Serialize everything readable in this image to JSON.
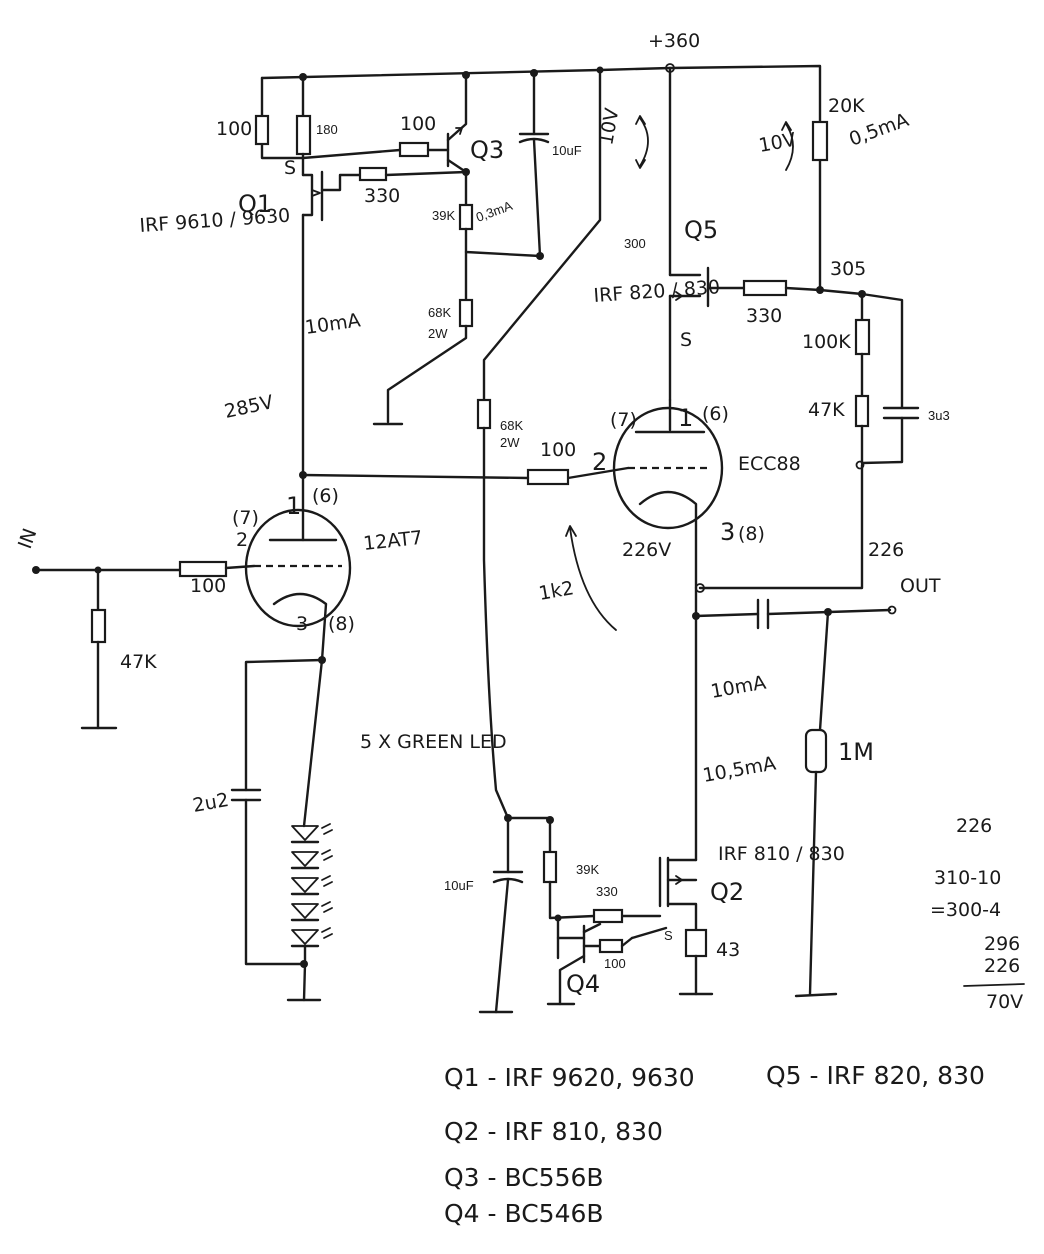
{
  "supply": {
    "label": "+360"
  },
  "input": {
    "label": "IN"
  },
  "output": {
    "label": "OUT"
  },
  "labels": {
    "r_top_left_100": "100",
    "r_180": "180",
    "r_q3_base_100": "100",
    "q3_name": "Q3",
    "cap_10uF_top": "10uF",
    "v10_left": "10V",
    "q1_name": "Q1",
    "q1_part": "IRF 9610 / 9630",
    "q1_s": "S",
    "r_330_q1": "330",
    "r_39k_top": "39K",
    "i_3mA_top": "0,3mA",
    "r_68k_top": "68K",
    "r_68k_top_w": "2W",
    "i_10mA_left": "10mA",
    "v_285": "285V",
    "node_300": "300",
    "q5_name": "Q5",
    "q5_part": "IRF 820 / 830",
    "q5_s": "S",
    "r_330_q5": "330",
    "v10_right": "10V",
    "r_20k": "20K",
    "i_05mA": "0,5mA",
    "v_305": "305",
    "r_100k": "100K",
    "r_47k_right": "47K",
    "cap_3u3": "3u3",
    "v_226_right": "226",
    "r_68k_mid": "68K",
    "r_68k_mid_w": "2W",
    "r_100_grid": "100",
    "pin2_num": "2",
    "pin7_ecc": "(7)",
    "pin1_ecc": "1",
    "pin6_ecc": "(6)",
    "tube_right": "ECC88",
    "pin3_ecc": "3",
    "pin8_ecc": "(8)",
    "v_226_cathode": "226V",
    "freq_1k2": "1k2",
    "pin1_left": "1",
    "pin6_left": "(6)",
    "pin7_left": "(7)",
    "pin2_left": "2",
    "tube_left": "12AT7",
    "pin3_left": "3",
    "pin8_left": "(8)",
    "r_100_in": "100",
    "r_47k_in": "47K",
    "cap_2u2": "2u2",
    "led_string": "5 X GREEN LED",
    "i_10mA_right": "10mA",
    "i_105mA": "10,5mA",
    "r_1m": "1M",
    "cap_10uF_bottom": "10uF",
    "r_39k_bottom": "39K",
    "r_330_bottom": "330",
    "r_100_bottom": "100",
    "q4_name": "Q4",
    "q2_part": "IRF 810 / 830",
    "q2_name": "Q2",
    "r_43": "43"
  },
  "calc": {
    "line1": "226",
    "line2": "310-10",
    "line3": "=300-4",
    "line4": "296",
    "line5": "226",
    "line6": "70V"
  },
  "bom": {
    "q1": "Q1 - IRF 9620, 9630",
    "q2": "Q2 - IRF 810, 830",
    "q3": "Q3 - BC556B",
    "q4": "Q4 - BC546B",
    "q5": "Q5 - IRF 820, 830"
  }
}
